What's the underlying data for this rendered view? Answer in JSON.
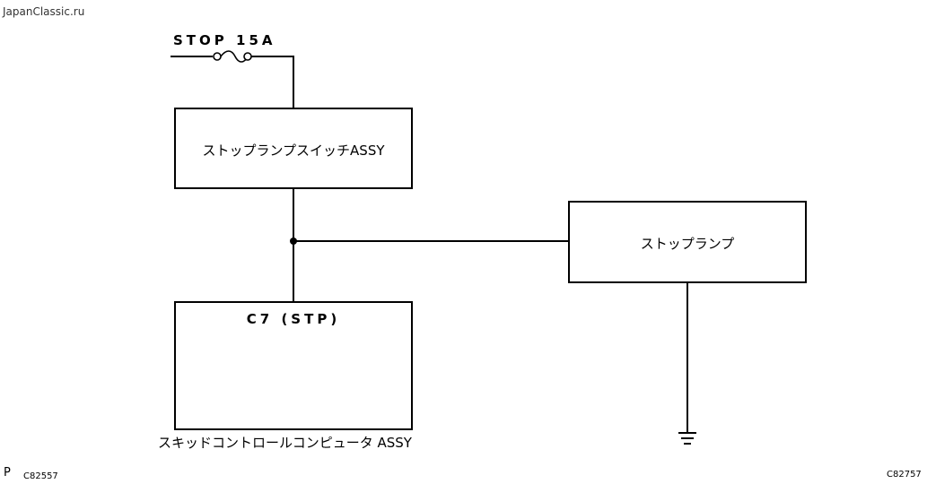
{
  "watermark": "JapanClassic.ru",
  "fuse": {
    "label": "STOP 15A"
  },
  "stop_lamp_switch": {
    "label": "ストップランプスイッチASSY"
  },
  "stop_lamp": {
    "label": "ストップランプ"
  },
  "ecu": {
    "terminal_label": "C7 (STP)",
    "name_label": "スキッドコントロールコンピュータ ASSY"
  },
  "footer": {
    "left_letter": "P",
    "left_code": "C82557",
    "right_code": "C82757"
  }
}
